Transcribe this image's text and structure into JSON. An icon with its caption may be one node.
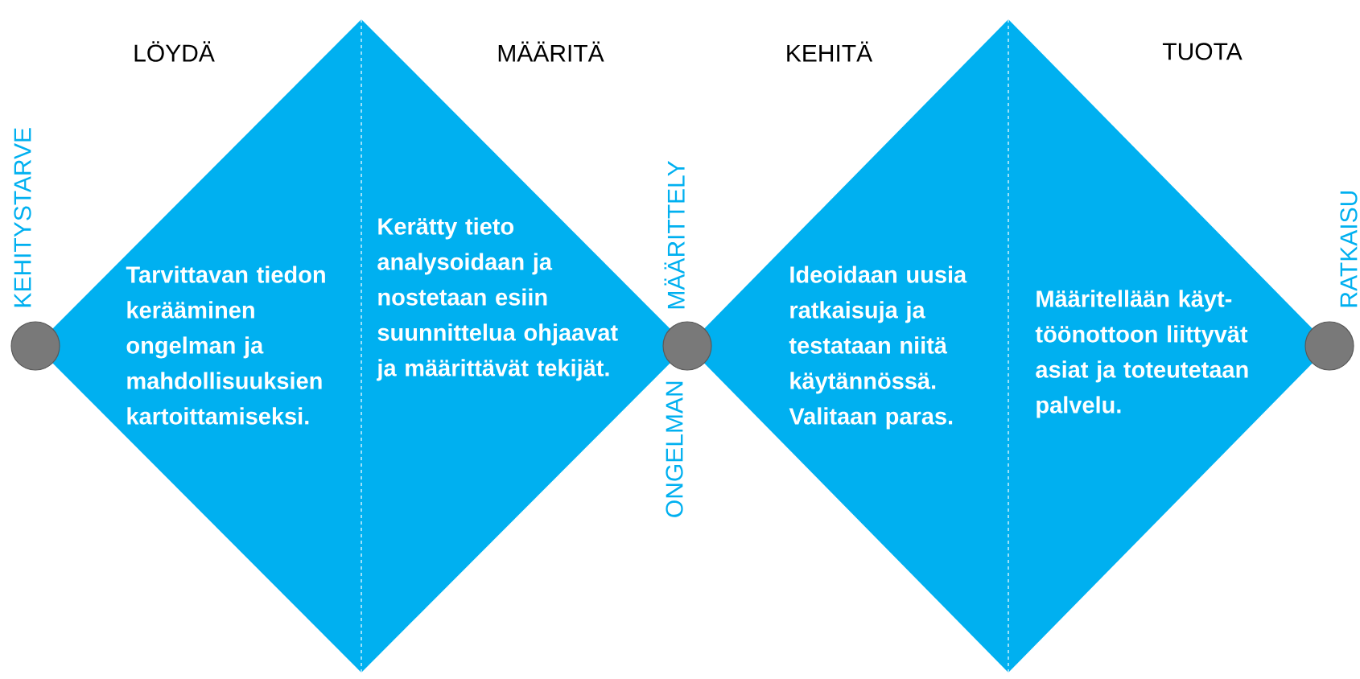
{
  "diagram": {
    "nodes": [
      {
        "text": [],
        "shape": "circle",
        "beside": [
          "KEHITYSTARVE"
        ]
      },
      {
        "text": [
          "LÖYDÄ",
          "Tarvittavan tiedon kerääminen ongelman ja mahdollisuuksien kartoittamiseksi."
        ]
      },
      {
        "text": [
          "MÄÄRITÄ",
          "Kerätty tieto analysoidaan ja nostetaan esiin suunnittelua ohjaavat ja määrittävät tekijät."
        ]
      },
      {
        "text": [],
        "shape": "circle",
        "beside": [
          "ONGELMAN",
          "MÄÄRITTELY"
        ]
      },
      {
        "text": [
          "KEHITÄ",
          "Ideoidaan uusia ratkaisuja ja testataan niitä käytännössä. Valitaan paras."
        ]
      },
      {
        "text": [
          "TUOTA",
          "Määritellään käyt-töönottoon liittyvät asiat ja toteutetaan palvelu."
        ]
      },
      {
        "text": [],
        "shape": "circle",
        "beside": [
          "RATKAISU"
        ]
      }
    ]
  }
}
